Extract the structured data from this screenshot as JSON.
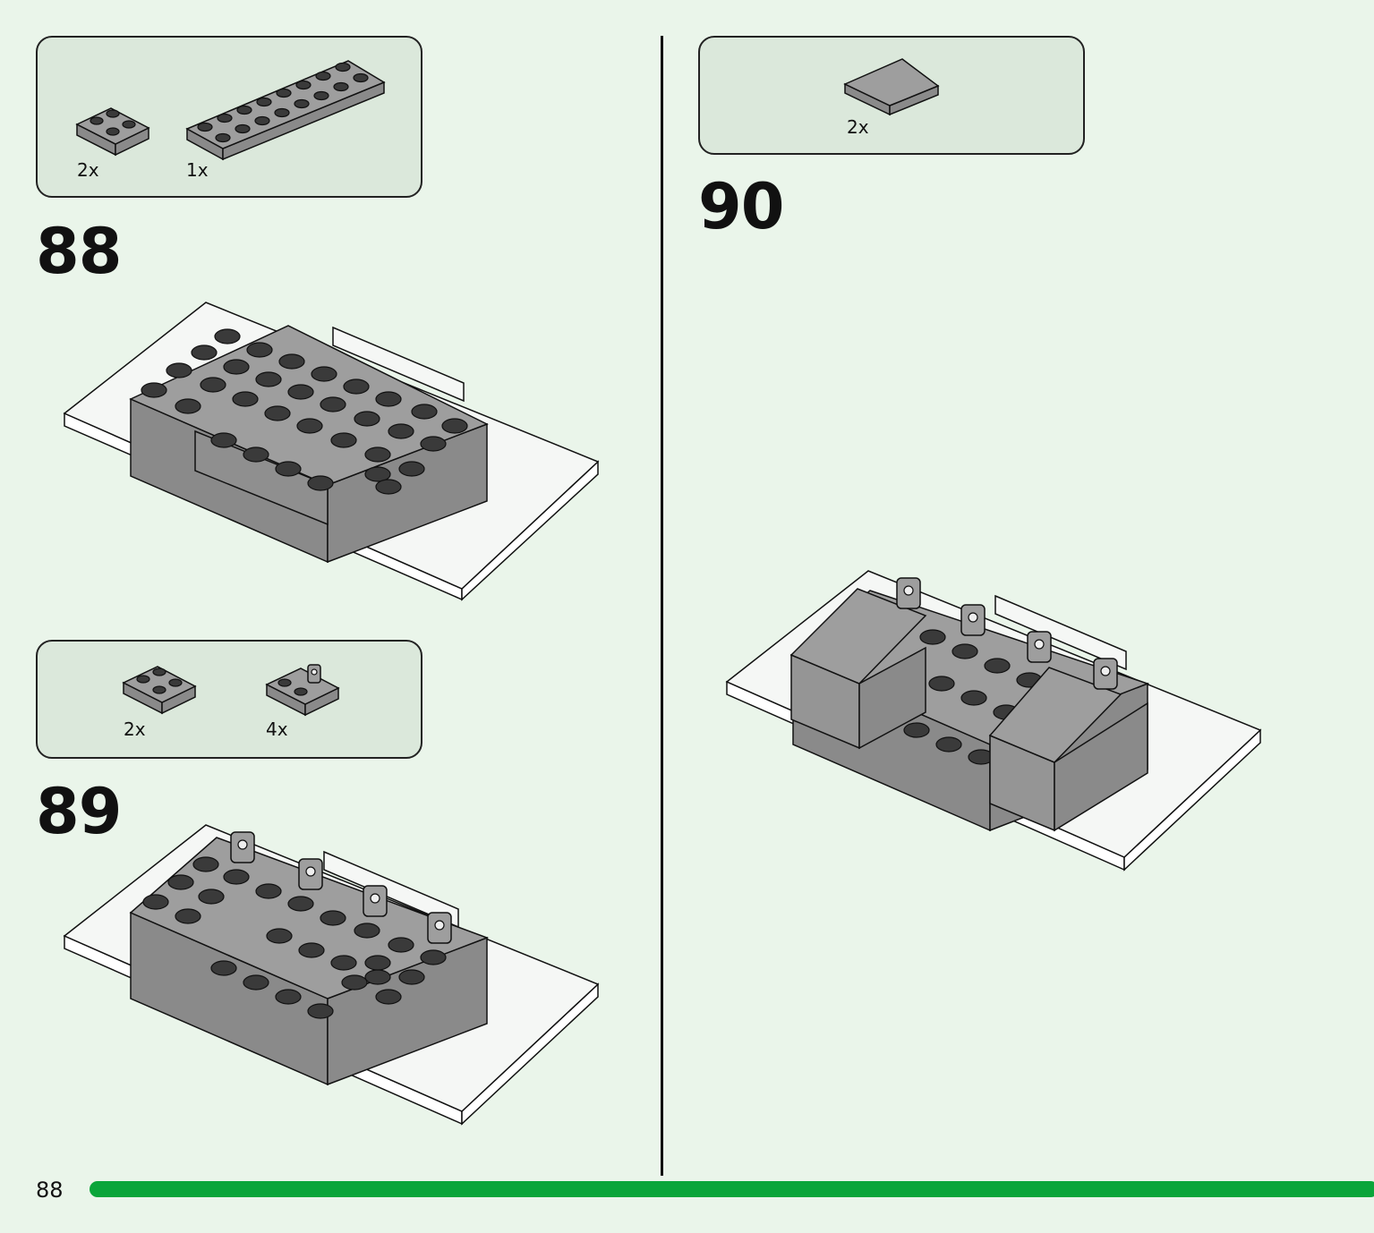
{
  "page": {
    "page_number": "88"
  },
  "steps": [
    {
      "number": "88",
      "parts": [
        {
          "qty": "2x",
          "part": "plate-2x2-dark-grey"
        },
        {
          "qty": "1x",
          "part": "plate-2x8-dark-grey"
        }
      ]
    },
    {
      "number": "89",
      "parts": [
        {
          "qty": "2x",
          "part": "plate-2x2-dark-grey"
        },
        {
          "qty": "4x",
          "part": "plate-2x2-with-clip-dark-grey"
        }
      ]
    },
    {
      "number": "90",
      "parts": [
        {
          "qty": "2x",
          "part": "tile-2x3-dark-grey"
        }
      ]
    }
  ],
  "colors": {
    "background": "#eaf5ea",
    "parts_box": "#dbe8db",
    "progress": "#0aa53a",
    "brick_grey": "#9e9e9e",
    "base_white": "#f5f7f5"
  }
}
